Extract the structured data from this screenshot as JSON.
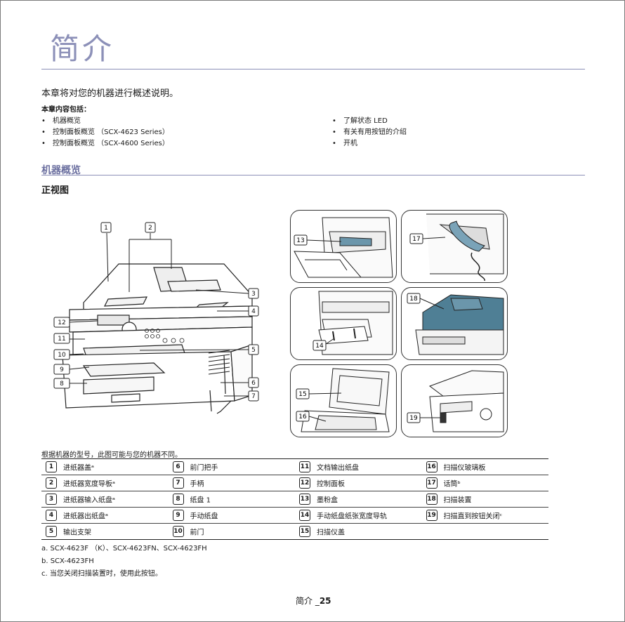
{
  "chapter_title": "简介",
  "intro": "本章将对您的机器进行概述说明。",
  "contents_label": "本章内容包括：",
  "bullets_left": [
    "机器概览",
    "控制面板概览 （SCX-4623 Series）",
    "控制面板概览 （SCX-4600 Series）"
  ],
  "bullets_right": [
    "了解状态 LED",
    "有关有用按钮的介绍",
    "开机"
  ],
  "section_title": "机器概览",
  "sub_title": "正视图",
  "main_callouts": [
    "1",
    "2",
    "3",
    "4",
    "5",
    "6",
    "7",
    "8",
    "9",
    "10",
    "11",
    "12"
  ],
  "panel_callouts": [
    "13",
    "17",
    "18",
    "14",
    "15",
    "16",
    "19"
  ],
  "caption": "根据机器的型号，此图可能与您的机器不同。",
  "legend": [
    [
      {
        "n": "1",
        "t": "进纸器盖ᵃ"
      },
      {
        "n": "6",
        "t": "前门把手"
      },
      {
        "n": "11",
        "t": "文档输出纸盘"
      },
      {
        "n": "16",
        "t": "扫描仪玻璃板"
      }
    ],
    [
      {
        "n": "2",
        "t": "进纸器宽度导板ᵃ"
      },
      {
        "n": "7",
        "t": "手柄"
      },
      {
        "n": "12",
        "t": "控制面板"
      },
      {
        "n": "17",
        "t": "话筒ᵇ"
      }
    ],
    [
      {
        "n": "3",
        "t": "进纸器输入纸盘ᵃ"
      },
      {
        "n": "8",
        "t": "纸盘 1"
      },
      {
        "n": "13",
        "t": "墨粉盒"
      },
      {
        "n": "18",
        "t": "扫描装置"
      }
    ],
    [
      {
        "n": "4",
        "t": "进纸器出纸盘ᵃ"
      },
      {
        "n": "9",
        "t": "手动纸盘"
      },
      {
        "n": "14",
        "t": "手动纸盘纸张宽度导轨"
      },
      {
        "n": "19",
        "t": "扫描直到按钮关闭ᶜ"
      }
    ],
    [
      {
        "n": "5",
        "t": "输出支架"
      },
      {
        "n": "10",
        "t": "前门"
      },
      {
        "n": "15",
        "t": "扫描仪盖"
      },
      {
        "n": "",
        "t": ""
      }
    ]
  ],
  "notes": [
    "a. SCX-4623F （K）、SCX-4623FN、SCX-4623FH",
    "b. SCX-4623FH",
    "c. 当您关闭扫描装置时，使用此按钮。"
  ],
  "footer": {
    "label": "简介 _",
    "page": "25"
  },
  "colors": {
    "title": "#8c90b8",
    "section": "#6c70a0",
    "scanner_blue": "#4f7f95"
  }
}
